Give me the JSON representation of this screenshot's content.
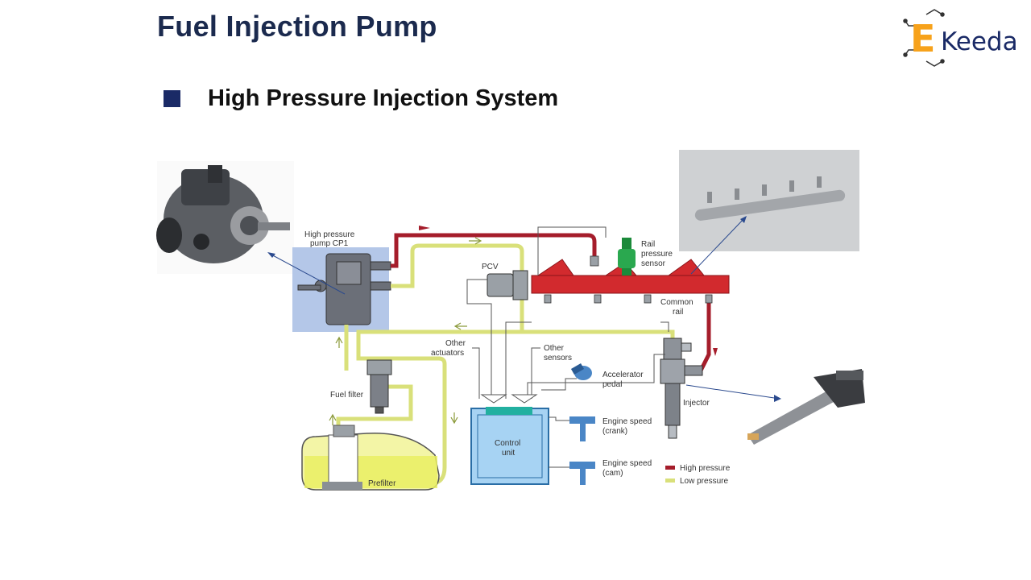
{
  "slide": {
    "title": "Fuel Injection Pump",
    "bullet": "High Pressure Injection System"
  },
  "logo": {
    "letter": "E",
    "text": "Keeda",
    "accent_color": "#f7a21b",
    "brand_color": "#1a2a66"
  },
  "diagram": {
    "labels": {
      "hp_pump_line1": "High pressure",
      "hp_pump_line2": "pump CP1",
      "pcv": "PCV",
      "rail_sensor_line1": "Rail",
      "rail_sensor_line2": "pressure",
      "rail_sensor_line3": "sensor",
      "common_rail_line1": "Common",
      "common_rail_line2": "rail",
      "other_actuators_line1": "Other",
      "other_actuators_line2": "actuators",
      "other_sensors_line1": "Other",
      "other_sensors_line2": "sensors",
      "accel_line1": "Accelerator",
      "accel_line2": "pedal",
      "fuel_filter": "Fuel filter",
      "injector": "Injector",
      "control_line1": "Control",
      "control_line2": "unit",
      "crank_line1": "Engine speed",
      "crank_line2": "(crank)",
      "cam_line1": "Engine speed",
      "cam_line2": "(cam)",
      "prefilter": "Prefilter"
    },
    "legend": [
      {
        "label": "High pressure",
        "color": "#a51d2b"
      },
      {
        "label": "Low pressure",
        "color": "#d9e07a"
      }
    ]
  }
}
